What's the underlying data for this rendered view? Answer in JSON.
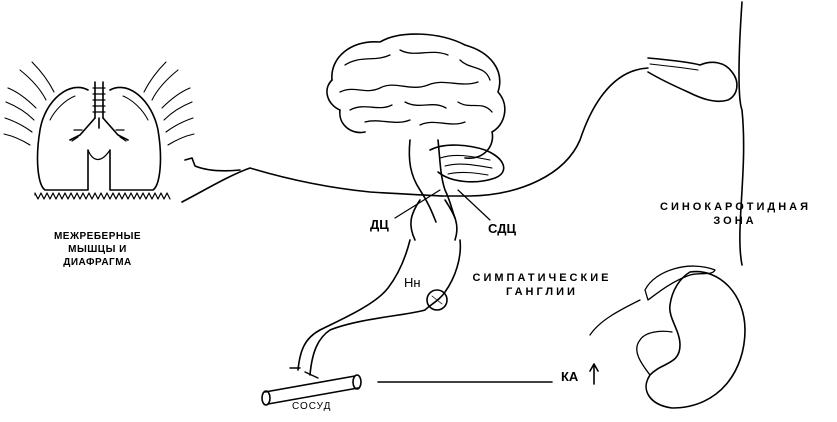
{
  "labels": {
    "muscles": [
      "МЕЖРЕБЕРНЫЕ",
      "МЫШЦЫ И",
      "ДИАФРАГМА"
    ],
    "dc": "ДЦ",
    "sdc": "СДЦ",
    "carotid": [
      "СИНОКАРОТИДНАЯ",
      "ЗОНА"
    ],
    "sympathetic": [
      "СИМПАТИЧЕСКИЕ",
      "ГАНГЛИИ"
    ],
    "nn": "Нн",
    "ka": "КА",
    "vessel": "СОСУД"
  },
  "colors": {
    "ink": "#000000",
    "background": "#ffffff"
  }
}
